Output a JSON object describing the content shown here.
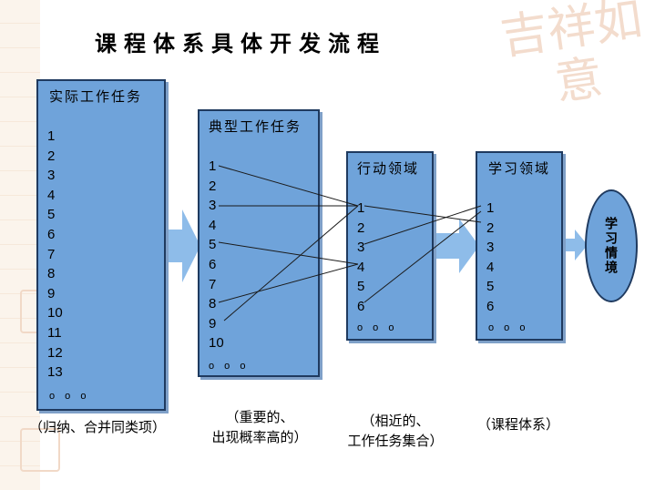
{
  "title": "课程体系具体开发流程",
  "watermark": "吉祥如意",
  "boxes": {
    "actual": {
      "header": "实际工作任务",
      "items": [
        "1",
        "2",
        "3",
        "4",
        "5",
        "6",
        "7",
        "8",
        "9",
        "10",
        "11",
        "12",
        "13"
      ],
      "more": "o o o"
    },
    "typical": {
      "header": "典型工作任务",
      "items": [
        "1",
        "2",
        "3",
        "4",
        "5",
        "6",
        "7",
        "8",
        "9",
        "10"
      ],
      "more": "o o o"
    },
    "action": {
      "header": "行动领域",
      "items": [
        "1",
        "2",
        "3",
        "4",
        "5",
        "6"
      ],
      "more": "o o o"
    },
    "learning": {
      "header": "学习领域",
      "items": [
        "1",
        "2",
        "3",
        "4",
        "5",
        "6"
      ],
      "more": "o o o"
    }
  },
  "situation": "学习情境",
  "captions": {
    "actual": "（归纳、合并同类项）",
    "typical_1": "（重要的、",
    "typical_2": "出现概率高的）",
    "action_1": "（相近的、",
    "action_2": "工作任务集合）",
    "learning": "（课程体系）"
  },
  "colors": {
    "box_fill": "#6fa3da",
    "box_border": "#1f3a5f",
    "arrow": "#8ebce9"
  }
}
